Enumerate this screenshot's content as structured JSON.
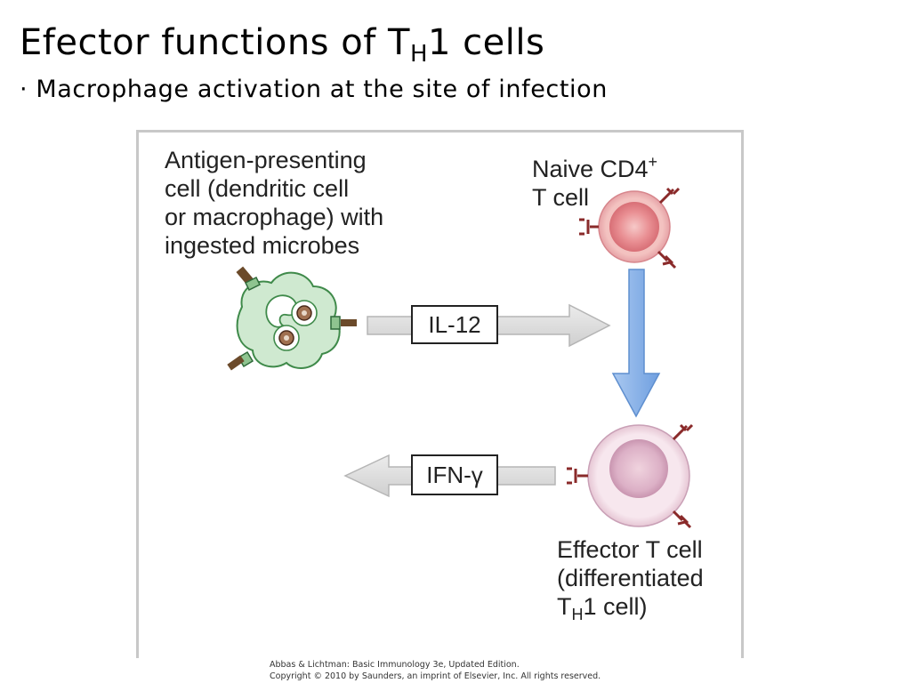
{
  "slide": {
    "title_pre": "Efector functions of T",
    "title_sub": "H",
    "title_post": "1 cells",
    "bullet_marker": "·",
    "bullet_text": "Macrophage activation at the site of infection"
  },
  "figure": {
    "apc_label_lines": [
      "Antigen-presenting",
      "cell (dendritic cell",
      "or macrophage) with",
      "ingested microbes"
    ],
    "naive_label_line1_pre": "Naive CD4",
    "naive_label_line1_sup": "+",
    "naive_label_line2": "T cell",
    "cytokine_1": "IL-12",
    "cytokine_2": "IFN-γ",
    "effector_label_line1": "Effector T cell",
    "effector_label_line2": "(differentiated",
    "effector_label_line3_pre": "T",
    "effector_label_line3_sub": "H",
    "effector_label_line3_post": "1 cell)"
  },
  "credit": {
    "line1": "Abbas & Lichtman: Basic Immunology 3e, Updated Edition.",
    "line2": "Copyright © 2010 by Saunders, an imprint of Elsevier, Inc. All rights reserved."
  },
  "colors": {
    "apc_fill": "#cfe9d0",
    "apc_stroke": "#3f8a4a",
    "naive_cell": "#e98f93",
    "effector_cell": "#e8c6d4",
    "gray_arrow": "#dcdcdc",
    "blue_arrow": "#8ab3e6",
    "receptor": "#8a2a2a"
  }
}
